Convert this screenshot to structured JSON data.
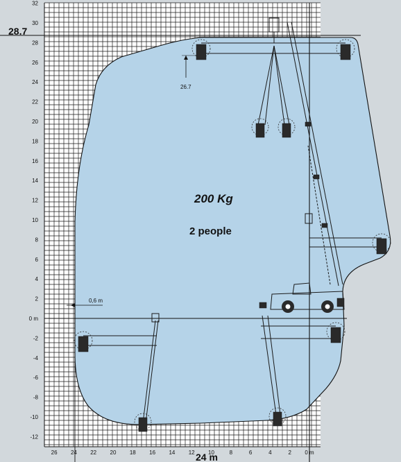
{
  "envelope": {
    "capacity_label": "200  Kg",
    "people_label": "2 people"
  },
  "axes": {
    "y_ticks": [
      "32",
      "30",
      "28",
      "26",
      "24",
      "22",
      "20",
      "18",
      "16",
      "14",
      "12",
      "10",
      "8",
      "6",
      "4",
      "2",
      "0 m",
      "-2",
      "-4",
      "-6",
      "-8",
      "-10",
      "-12"
    ],
    "x_ticks": [
      "26",
      "24",
      "22",
      "20",
      "18",
      "16",
      "14",
      "12",
      "10",
      "8",
      "6",
      "4",
      "2",
      "0 m"
    ],
    "max_height_label": "28.7",
    "max_outreach_label": "24 m"
  },
  "annotations": {
    "height_26_7": "26.7",
    "offset_0_6": "0,6  m"
  }
}
